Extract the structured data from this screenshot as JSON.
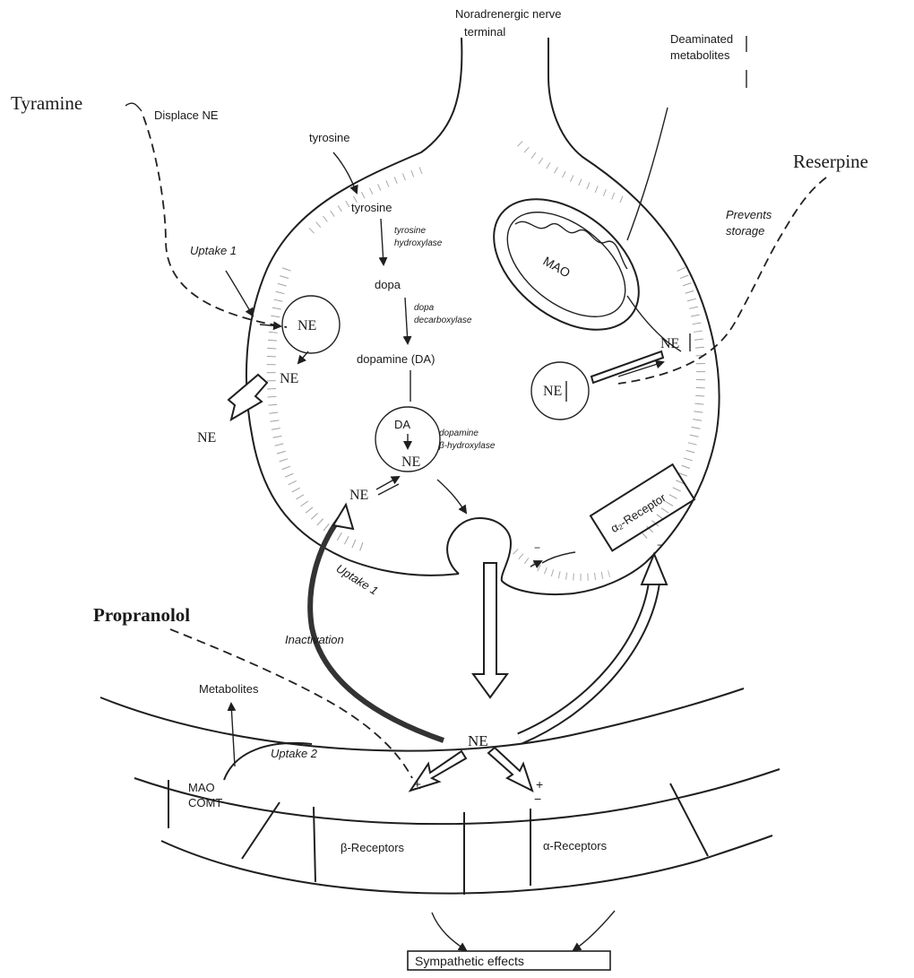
{
  "terminal": {
    "title_line1": "Noradrenergic nerve",
    "title_line2": "terminal",
    "deaminated_line1": "Deaminated",
    "deaminated_line2": "metabolites",
    "mao": "MAO"
  },
  "drugs": {
    "tyramine": "Tyramine",
    "tyramine_note": "Displace NE",
    "reserpine": "Reserpine",
    "reserpine_note_line1": "Prevents",
    "reserpine_note_line2": "storage",
    "propranolol": "Propranolol"
  },
  "synthesis": {
    "tyrosine_outside": "tyrosine",
    "tyrosine": "tyrosine",
    "enzyme1_line1": "tyrosine",
    "enzyme1_line2": "hydroxylase",
    "dopa": "dopa",
    "enzyme2_line1": "dopa",
    "enzyme2_line2": "decarboxylase",
    "dopamine": "dopamine (DA)",
    "da": "DA",
    "enzyme3_line1": "dopamine",
    "enzyme3_line2": "β-hydroxylase"
  },
  "labels": {
    "ne": "NE",
    "uptake1": "Uptake 1",
    "uptake2": "Uptake 2",
    "inactivation": "Inactivation",
    "alpha2_receptor": "α₂-Receptor",
    "metabolites": "Metabolites",
    "mao": "MAO",
    "comt": "COMT",
    "beta_receptors": "β-Receptors",
    "alpha_receptors": "α-Receptors",
    "sympathetic_effects": "Sympathetic effects",
    "plus": "+",
    "minus": "−",
    "plus_minus": "±"
  }
}
